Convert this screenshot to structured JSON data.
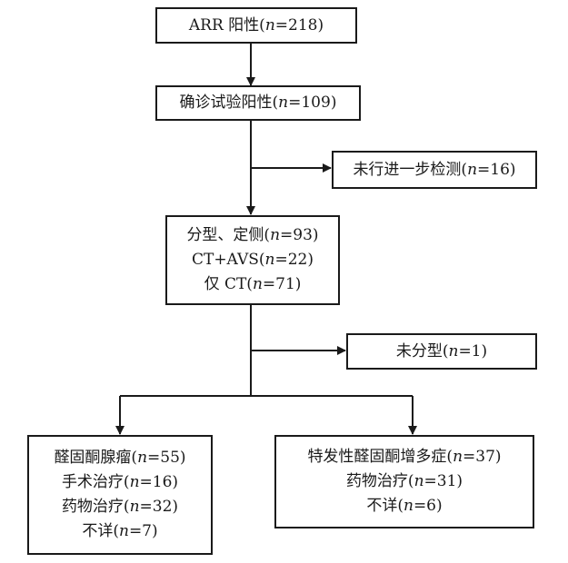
{
  "flowchart": {
    "nodes": [
      {
        "id": "arr",
        "lines": [
          "ARR 阳性(n=218)"
        ]
      },
      {
        "id": "confirm",
        "lines": [
          "确诊试验阳性(n=109)"
        ]
      },
      {
        "id": "no_further",
        "lines": [
          "未行进一步检测(n=16)"
        ]
      },
      {
        "id": "typing",
        "lines": [
          "分型、定侧(n=93)",
          "CT+AVS(n=22)",
          "仅 CT(n=71)"
        ]
      },
      {
        "id": "untyped",
        "lines": [
          "未分型(n=1)"
        ]
      },
      {
        "id": "aldosteronoma",
        "lines": [
          "醛固酮腺瘤(n=55)",
          "手术治疗(n=16)",
          "药物治疗(n=32)",
          "不详(n=7)"
        ]
      },
      {
        "id": "idiopathic",
        "lines": [
          "特发性醛固酮增多症(n=37)",
          "药物治疗(n=31)",
          "不详(n=6)"
        ]
      }
    ],
    "edges": [
      {
        "from": "arr",
        "to": "confirm"
      },
      {
        "from": "confirm",
        "to": "no_further"
      },
      {
        "from": "confirm",
        "to": "typing"
      },
      {
        "from": "typing",
        "to": "untyped"
      },
      {
        "from": "typing",
        "to": "aldosteronoma"
      },
      {
        "from": "typing",
        "to": "idiopathic"
      }
    ]
  }
}
